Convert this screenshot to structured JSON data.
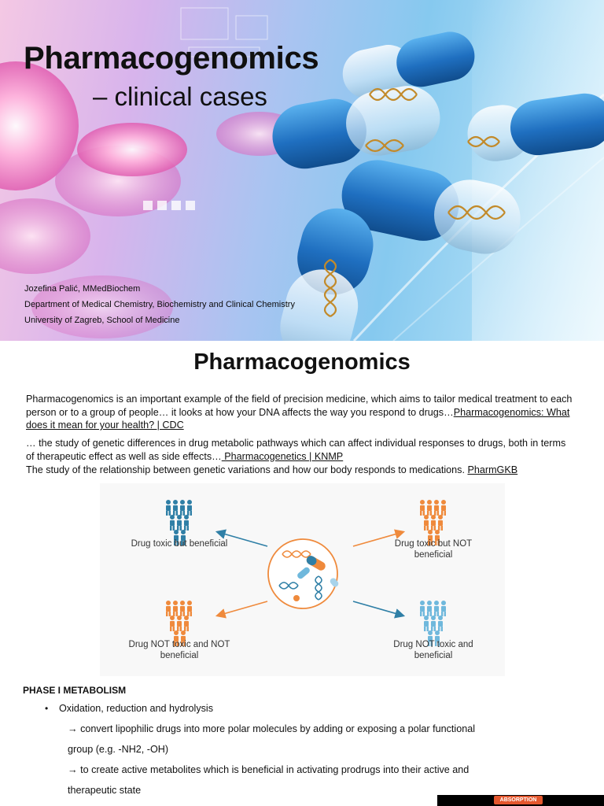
{
  "slide1": {
    "title": "Pharmacogenomics",
    "subtitle": "– clinical cases",
    "author": "Jozefina Palić, MMedBiochem",
    "department": "Department of Medical Chemistry, Biochemistry and Clinical Chemistry",
    "university": "University of Zagreb, School of Medicine"
  },
  "slide2": {
    "heading": "Pharmacogenomics",
    "p1_text": "Pharmacogenomics is an important example of the field of precision medicine, which aims to tailor medical treatment to each person or to a group of people… it looks at how your DNA affects the way you respond to drugs…",
    "p1_link": "Pharmacogenomics: What does it mean for your health? | CDC",
    "p2_text": "… the study of genetic differences in drug metabolic pathways which can affect individual responses to drugs, both in terms of therapeutic effect as well as side effects…",
    "p2_link": " Pharmacogenetics | KNMP",
    "p3_text": "The study of the relationship between genetic variations and how our body responds to medications. ",
    "p3_link": "PharmGKB",
    "figure": {
      "top_left": "Drug toxic but beneficial",
      "top_right": "Drug toxic but NOT beneficial",
      "bottom_left": "Drug NOT toxic and NOT beneficial",
      "bottom_right": "Drug NOT toxic and beneficial",
      "colors": {
        "blue": "#2f7fa6",
        "orange": "#ef8a3c",
        "light_blue": "#6fb8dc"
      }
    }
  },
  "phase1": {
    "heading": "PHASE I METABOLISM",
    "bullet": "Oxidation, reduction and hydrolysis",
    "sub1_line1": "→ convert lipophilic drugs into more polar molecules by adding or exposing a polar functional",
    "sub1_line2": "group (e.g. -NH2, -OH)",
    "sub2_line1": "→ to create active metabolites which is beneficial in activating prodrugs into their active and",
    "sub2_line2": "therapeutic state",
    "absorption_label": "ABSORPTION"
  }
}
